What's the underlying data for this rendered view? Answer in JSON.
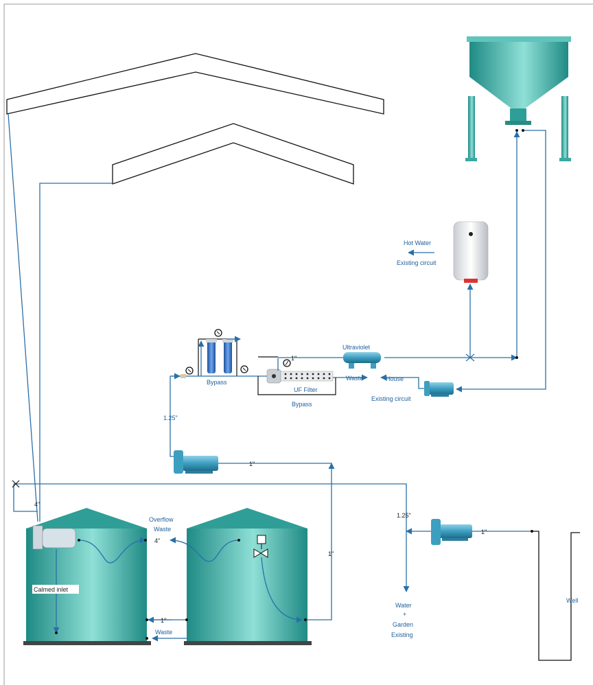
{
  "labels": {
    "hot_water": "Hot Water",
    "existing_circuit_top": "Existing circuit",
    "ultraviolet": "Ultraviolet",
    "one_inch_uv": "1\"",
    "bypass_filters": "Bypass",
    "uf_filter": "UF Filter",
    "waste_uf": "Waste",
    "house": "House",
    "existing_circuit_house": "Existing circuit",
    "bypass_bottom": "Bypass",
    "pipe_125_top": "1.25\"",
    "pipe_1_pump": "1\"",
    "pipe_4_inlet": "4\"",
    "overflow_waste": "Overflow\nWaste",
    "overflow_line1": "Overflow",
    "overflow_line2": "Waste",
    "pipe_4_overflow": "4\"",
    "calmed_inlet": "Calmed inlet",
    "pipe_1_tank": "1\"",
    "pipe_1_between": "1\"",
    "waste_bottom": "Waste",
    "pipe_125_well": "1.25\"",
    "pipe_1_well": "1\"",
    "water_line1": "Water",
    "water_line2": "+",
    "water_line3": "Garden",
    "water_line4": "Existing",
    "well": "Well"
  },
  "colors": {
    "pipe": "#2a6fa8",
    "tank": "#2f9e97",
    "tank_light": "#7fd3cb",
    "label": "#1f5f9a"
  }
}
